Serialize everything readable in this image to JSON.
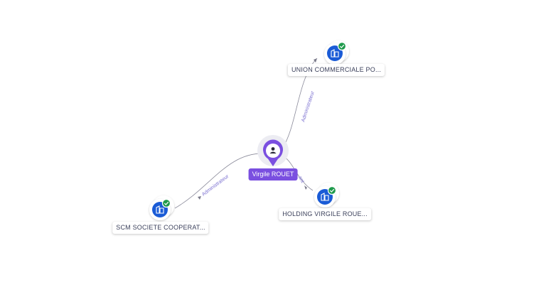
{
  "colors": {
    "person": "#7a4fe0",
    "company": "#1a5bd6",
    "check": "#1f9a4c",
    "edge": "#8a8a9a",
    "edge_label": "#7a6fd0"
  },
  "person": {
    "name": "Virgile ROUET",
    "icon": "person-icon"
  },
  "companies": [
    {
      "id": "union",
      "label": "UNION COMMERCIALE PO...",
      "icon": "building-icon",
      "verified": true
    },
    {
      "id": "holding",
      "label": "HOLDING VIRGILE ROUE...",
      "icon": "building-icon",
      "verified": true
    },
    {
      "id": "scm",
      "label": "SCM SOCIETE COOPERAT...",
      "icon": "building-icon",
      "verified": true
    }
  ],
  "edges": [
    {
      "to": "union",
      "label": "Administrateur"
    },
    {
      "to": "holding",
      "label": "...ant"
    },
    {
      "to": "scm",
      "label": "Administrateur"
    }
  ]
}
